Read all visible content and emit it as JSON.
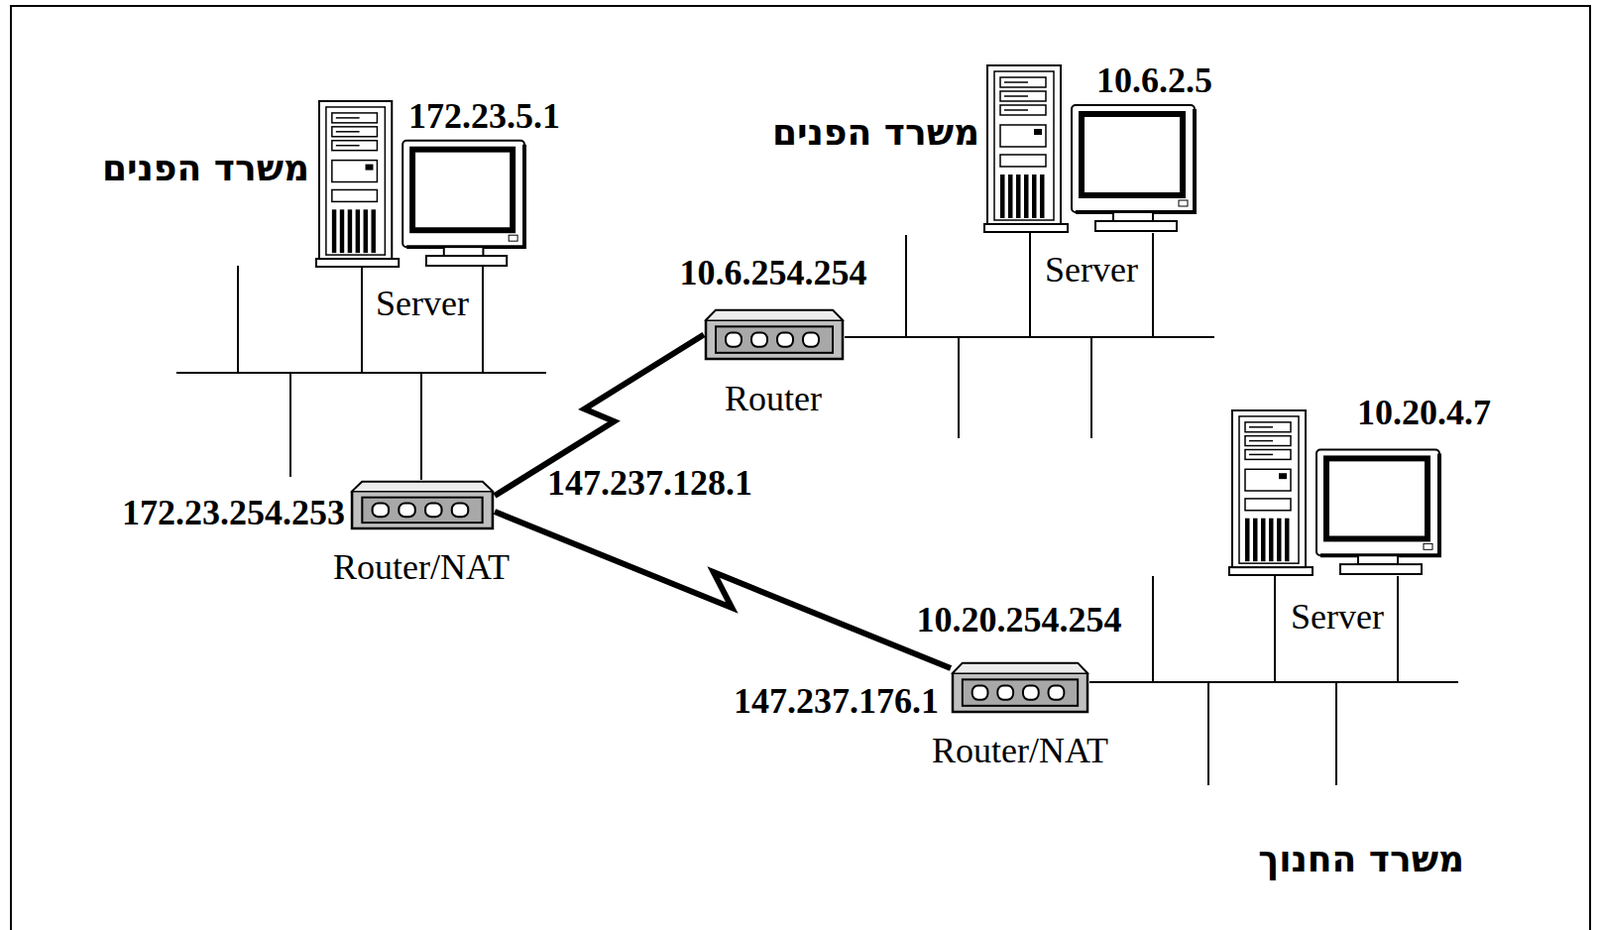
{
  "diagram": {
    "nodes": [
      {
        "text": [
          "172.23.5.1",
          "Server"
        ]
      },
      {
        "text": [
          "172.23.254.253",
          "147.237.128.1",
          "Router/NAT"
        ]
      },
      {
        "text": [
          "10.6.254.254",
          "Router"
        ]
      },
      {
        "text": [
          "10.6.2.5",
          "Server"
        ]
      },
      {
        "text": [
          "10.20.254.254",
          "147.237.176.1",
          "Router/NAT"
        ]
      },
      {
        "text": [
          "10.20.4.7",
          "Server"
        ]
      }
    ],
    "edges": [
      {
        "from": 0,
        "to": 1,
        "arrow": "none"
      },
      {
        "from": 1,
        "to": 2,
        "arrow": "none"
      },
      {
        "from": 1,
        "to": 4,
        "arrow": "none"
      },
      {
        "from": 2,
        "to": 3,
        "arrow": "none"
      },
      {
        "from": 4,
        "to": 5,
        "arrow": "none"
      }
    ],
    "labels": [
      "משרד הפנים",
      "משרד הפנים",
      "משרד החנוך"
    ]
  }
}
